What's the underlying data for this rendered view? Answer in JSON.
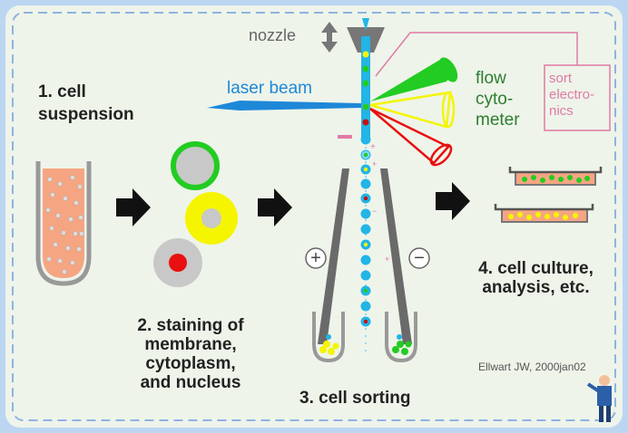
{
  "labels": {
    "nozzle": "nozzle",
    "laser_beam": "laser beam",
    "flow_cytometer": [
      "flow",
      "cyto-",
      "meter"
    ],
    "sort_electronics": [
      "sort",
      "electro-",
      "nics"
    ],
    "plus": "+",
    "minus": "−",
    "credit": "Ellwart JW, 2000jan02"
  },
  "steps": {
    "step1": [
      "1. cell",
      "suspension"
    ],
    "step2": [
      "2. staining of",
      "membrane,",
      "cytoplasm,",
      "and nucleus"
    ],
    "step3": "3. cell sorting",
    "step4": [
      "4. cell culture,",
      "analysis, etc."
    ]
  },
  "colors": {
    "background": "#bcd6f2",
    "panel": "#eef4ea",
    "border_dash": "#8fb3df",
    "cell_fluid": "#f6a582",
    "laser": "#1e88d8",
    "stream": "#22b5e6",
    "green": "#22cc22",
    "yellow": "#f5f500",
    "red": "#e81010",
    "pink": "#e07aa5",
    "arrow": "#111111"
  }
}
